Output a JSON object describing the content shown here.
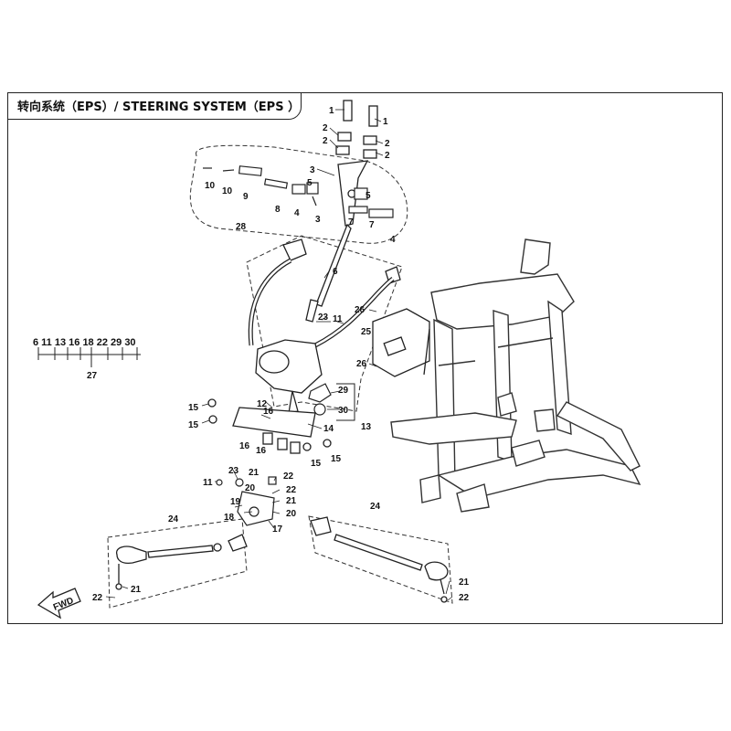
{
  "title": "转向系统（EPS）/ STEERING SYSTEM（EPS ）",
  "direction_arrow": "FWD",
  "group_label": "6 11 13 16 18 22 29 30",
  "callouts": {
    "c1a": "1",
    "c1b": "1",
    "c2a": "2",
    "c2b": "2",
    "c2c": "2",
    "c2d": "2",
    "c3a": "3",
    "c3b": "3",
    "c4a": "4",
    "c4b": "4",
    "c5a": "5",
    "c5b": "5",
    "c6": "6",
    "c7a": "7",
    "c7b": "7",
    "c8": "8",
    "c9": "9",
    "c10a": "10",
    "c10b": "10",
    "c11a": "11",
    "c11b": "11",
    "c12": "12",
    "c13": "13",
    "c14": "14",
    "c15a": "15",
    "c15b": "15",
    "c15c": "15",
    "c15d": "15",
    "c16a": "16",
    "c16b": "16",
    "c16c": "16",
    "c17": "17",
    "c18": "18",
    "c19": "19",
    "c20a": "20",
    "c20b": "20",
    "c21a": "21",
    "c21b": "21",
    "c21c": "21",
    "c21d": "21",
    "c22a": "22",
    "c22b": "22",
    "c22c": "22",
    "c22d": "22",
    "c23a": "23",
    "c23b": "23",
    "c24a": "24",
    "c24b": "24",
    "c25": "25",
    "c26a": "26",
    "c26b": "26",
    "c27": "27",
    "c28": "28",
    "c29": "29",
    "c30": "30"
  }
}
